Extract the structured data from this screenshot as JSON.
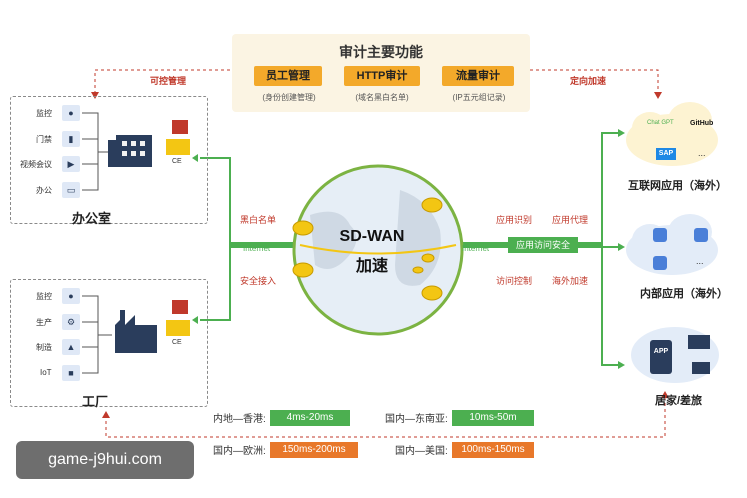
{
  "audit": {
    "title": "审计主要功能",
    "items": [
      {
        "label": "员工管理",
        "sub": "(身份创建管理)"
      },
      {
        "label": "HTTP审计",
        "sub": "(域名黑白名单)"
      },
      {
        "label": "流量审计",
        "sub": "(IP五元组记录)"
      }
    ]
  },
  "links": {
    "left_top": "可控管理",
    "right_top": "定向加速",
    "blacklist": "黑白名单",
    "secure_access": "安全接入",
    "internet_left": "Internet",
    "internet_right": "Internet",
    "app_identify": "应用识别",
    "app_proxy": "应用代理",
    "app_access_secure": "应用访问安全",
    "access_control": "访问控制",
    "overseas_accel": "海外加速"
  },
  "center": {
    "line1": "SD-WAN",
    "line2": "加速"
  },
  "office": {
    "title": "办公室",
    "items": [
      "监控",
      "门禁",
      "视频会议",
      "办公"
    ],
    "ce": "CE"
  },
  "factory": {
    "title": "工厂",
    "items": [
      "监控",
      "生产",
      "制造",
      "IoT"
    ],
    "ce": "CE"
  },
  "clouds": {
    "internet_apps": "互联网应用（海外）",
    "internal_apps": "内部应用（海外）",
    "home_travel": "居家/差旅",
    "chatgpt": "Chat GPT",
    "github": "GitHub",
    "sap": "SAP",
    "dots": "...",
    "app": "APP"
  },
  "latency": [
    {
      "label": "内地—香港:",
      "value": "4ms-20ms",
      "color": "#4caf50"
    },
    {
      "label": "国内—东南亚:",
      "value": "10ms-50m",
      "color": "#4caf50"
    },
    {
      "label": "国内—欧洲:",
      "value": "150ms-200ms",
      "color": "#e8782a"
    },
    {
      "label": "国内—美国:",
      "value": "100ms-150ms",
      "color": "#e8782a"
    }
  ],
  "footer": "game-j9hui.com"
}
